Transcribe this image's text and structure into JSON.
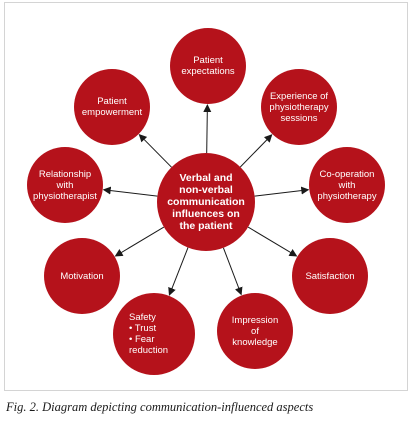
{
  "colors": {
    "node_fill": "#b5121b",
    "arrow": "#1a1a1a",
    "text": "#ffffff",
    "border": "#d4d4d4"
  },
  "diagram": {
    "center": {
      "label": "Verbal and\nnon-verbal\ncommunication\ninfluences on\nthe patient"
    },
    "nodes": [
      {
        "label": "Patient\nexpectations"
      },
      {
        "label": "Experience of\nphysiotherapy\nsessions"
      },
      {
        "label": "Co-operation\nwith\nphysiotherapy"
      },
      {
        "label": "Satisfaction"
      },
      {
        "label": "Impression\nof\nknowledge"
      },
      {
        "label": "Safety\n• Trust\n• Fear reduction"
      },
      {
        "label": "Motivation"
      },
      {
        "label": "Relationship\nwith\nphysiotherapist"
      },
      {
        "label": "Patient\nempowerment"
      }
    ]
  },
  "caption": "Fig. 2. Diagram depicting communication-influenced aspects"
}
